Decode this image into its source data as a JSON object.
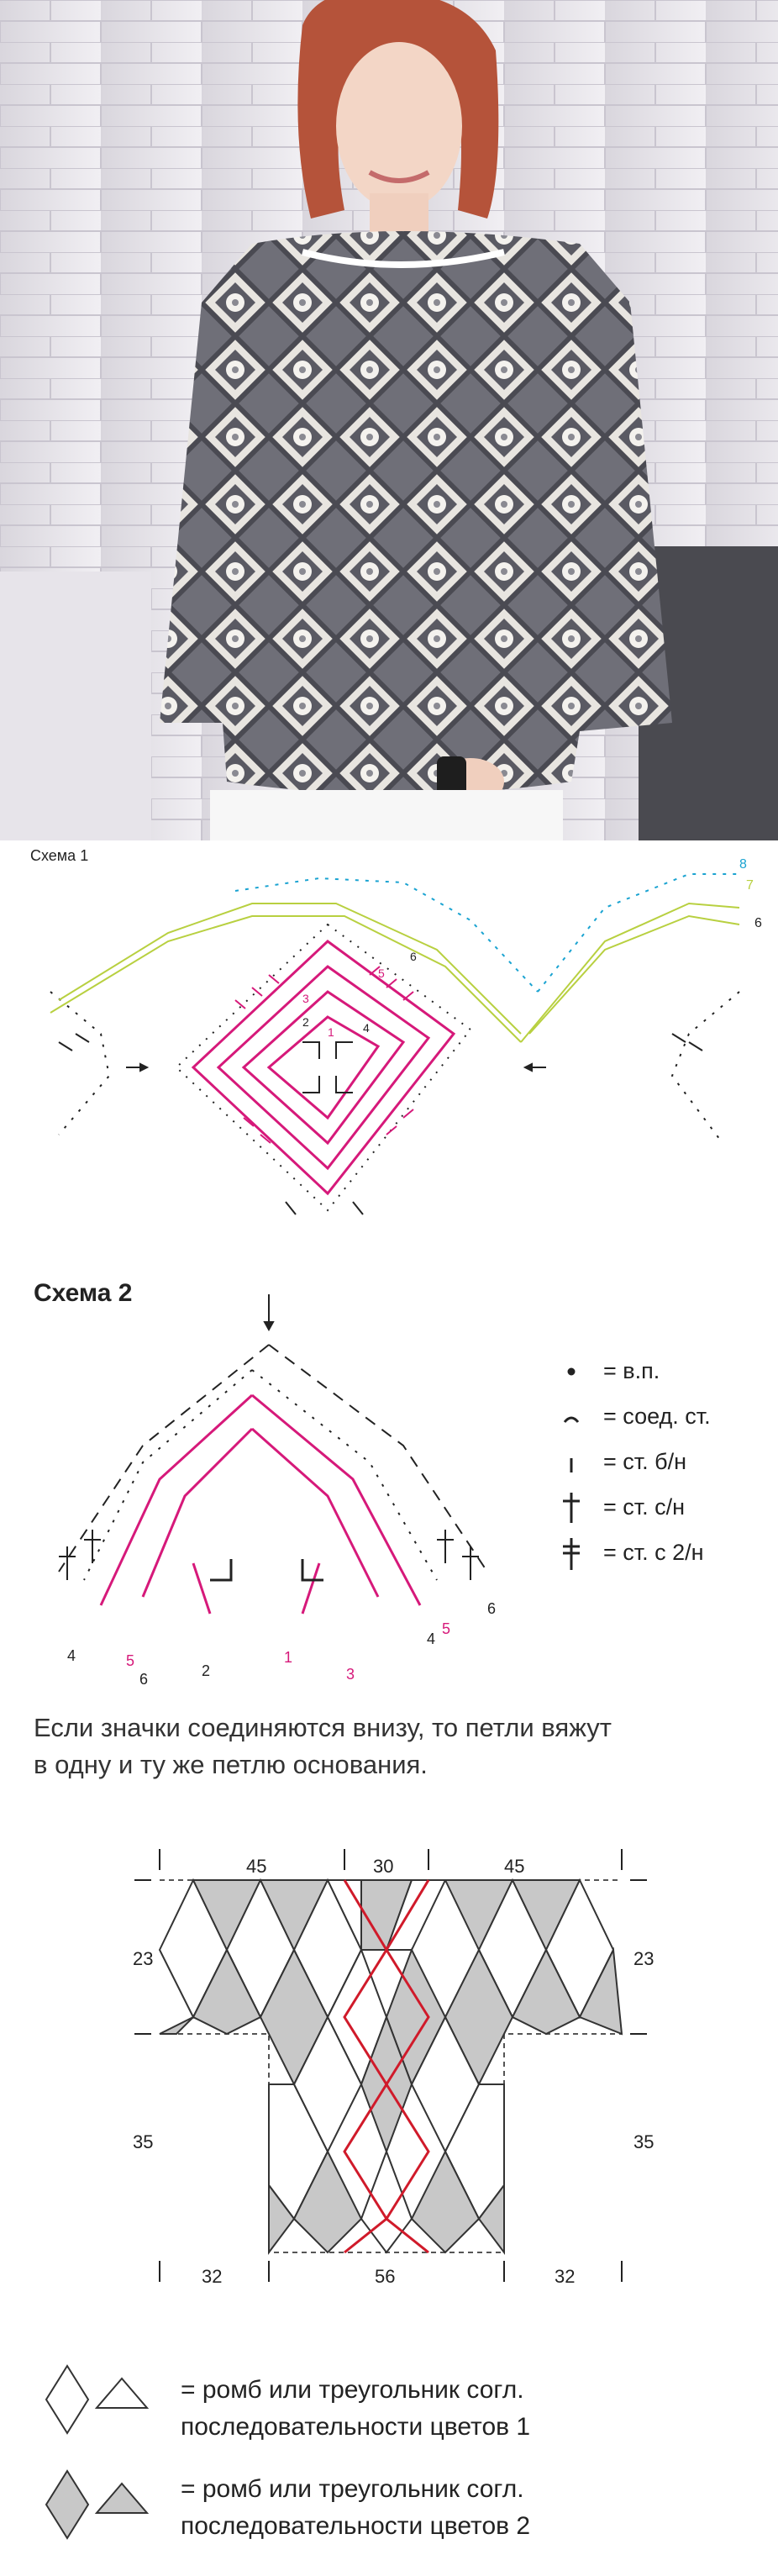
{
  "schema1": {
    "title": "Схема 1",
    "round_numbers": [
      "8",
      "7",
      "6",
      "6",
      "5",
      "4",
      "3",
      "2",
      "1"
    ]
  },
  "schema2": {
    "title": "Схема 2",
    "round_numbers": [
      "6",
      "5",
      "4",
      "3",
      "2",
      "1",
      "4",
      "5",
      "6"
    ]
  },
  "legend": [
    {
      "symbol": "chain-stitch",
      "label": "= в.п."
    },
    {
      "symbol": "slip-stitch",
      "label": "= соед. ст."
    },
    {
      "symbol": "single-crochet",
      "label": "= ст. б/н"
    },
    {
      "symbol": "double-crochet",
      "label": "= ст. с/н"
    },
    {
      "symbol": "treble-crochet",
      "label": "= ст. с 2/н"
    }
  ],
  "note": {
    "line1": "Если значки соединяются внизу, то петли вяжут",
    "line2": "в одну и ту же петлю основания."
  },
  "layout": {
    "top_dims": [
      "45",
      "30",
      "45"
    ],
    "side_top": [
      "23",
      "23"
    ],
    "side_mid": [
      "35",
      "35"
    ],
    "bottom_dims": [
      "32",
      "56",
      "32"
    ]
  },
  "key": [
    {
      "line1": "= ромб или треугольник согл.",
      "line2": "последовательности цветов 1",
      "fill": "#ffffff"
    },
    {
      "line1": "= ромб или треугольник согл.",
      "line2": "последовательности цветов 2",
      "fill": "#c8c8c8"
    }
  ],
  "colors": {
    "magenta": "#d6197a",
    "lime": "#b8d040",
    "cyan": "#1aa3d1",
    "black": "#222222",
    "red_line": "#d01a2a",
    "gray_fill": "#c8c8c8"
  }
}
